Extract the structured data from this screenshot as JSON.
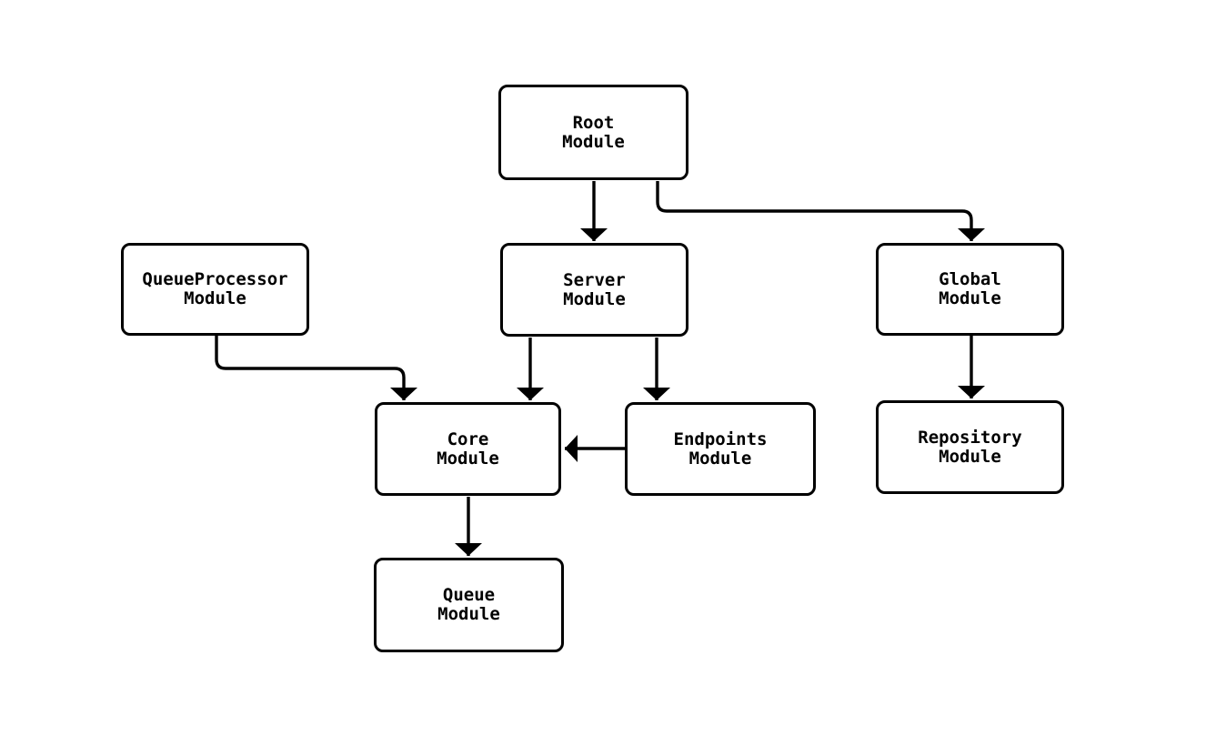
{
  "diagram": {
    "type": "module-dependency-flowchart",
    "background_color": "#ffffff",
    "stroke_color": "#000000",
    "node_fill_color": "#ffffff",
    "text_color": "#000000",
    "nodes": {
      "root": {
        "label": "Root\nModule"
      },
      "queueprocessor": {
        "label": "QueueProcessor\nModule"
      },
      "server": {
        "label": "Server\nModule"
      },
      "global": {
        "label": "Global\nModule"
      },
      "core": {
        "label": "Core\nModule"
      },
      "endpoints": {
        "label": "Endpoints\nModule"
      },
      "repository": {
        "label": "Repository\nModule"
      },
      "queue": {
        "label": "Queue\nModule"
      }
    },
    "edges": [
      {
        "from": "Root Module",
        "to": "Server Module"
      },
      {
        "from": "Root Module",
        "to": "Global Module"
      },
      {
        "from": "QueueProcessor Module",
        "to": "Core Module"
      },
      {
        "from": "Server Module",
        "to": "Core Module"
      },
      {
        "from": "Server Module",
        "to": "Endpoints Module"
      },
      {
        "from": "Endpoints Module",
        "to": "Core Module"
      },
      {
        "from": "Global Module",
        "to": "Repository Module"
      },
      {
        "from": "Core Module",
        "to": "Queue Module"
      }
    ]
  }
}
